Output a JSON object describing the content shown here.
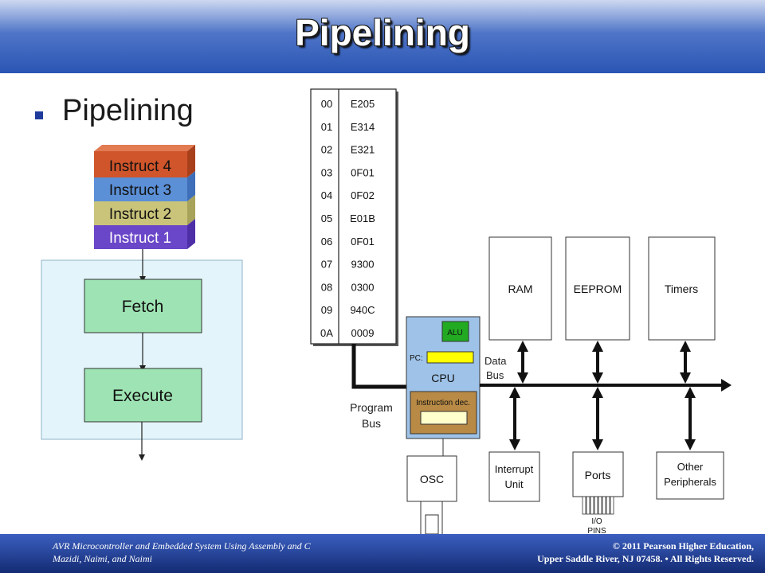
{
  "slide": {
    "title": "Pipelining",
    "bullet": "Pipelining"
  },
  "stack": [
    "Instruct 4",
    "Instruct 3",
    "Instruct 2",
    "Instruct 1"
  ],
  "stages": {
    "fetch": "Fetch",
    "execute": "Execute"
  },
  "memory": {
    "addresses": [
      "00",
      "01",
      "02",
      "03",
      "04",
      "05",
      "06",
      "07",
      "08",
      "09",
      "0A"
    ],
    "values": [
      "E205",
      "E314",
      "E321",
      "0F01",
      "0F02",
      "E01B",
      "0F01",
      "9300",
      "0300",
      "940C",
      "0009"
    ]
  },
  "cpu": {
    "label": "CPU",
    "alu": "ALU",
    "pc": "PC:",
    "decoder": "Instruction dec."
  },
  "buses": {
    "program_line1": "Program",
    "program_line2": "Bus",
    "data_line1": "Data",
    "data_line2": "Bus"
  },
  "blocks": {
    "ram": "RAM",
    "eeprom": "EEPROM",
    "timers": "Timers",
    "interrupt_line1": "Interrupt",
    "interrupt_line2": "Unit",
    "ports": "Ports",
    "other_line1": "Other",
    "other_line2": "Peripherals",
    "osc": "OSC",
    "io_line1": "I/O",
    "io_line2": "PINS"
  },
  "footer": {
    "left_line1": "AVR Microcontroller and Embedded System Using Assembly and C",
    "left_line2": "Mazidi, Naimi, and Naimi",
    "right_line1": "© 2011   Pearson Higher Education,",
    "right_line2": "Upper Saddle River, NJ 07458. • All Rights Reserved."
  },
  "colors": {
    "instruct4": "#d0552b",
    "instruct3": "#5b8fd6",
    "instruct2": "#c9c47a",
    "instruct1": "#6a46c8",
    "stage_fill": "#9ee3b3",
    "pipeline_bg": "#e3f4fb",
    "cpu_fill": "#9fc3e8",
    "alu_fill": "#22aa22",
    "pc_fill": "#ffff00",
    "decoder_fill": "#b88a45"
  }
}
